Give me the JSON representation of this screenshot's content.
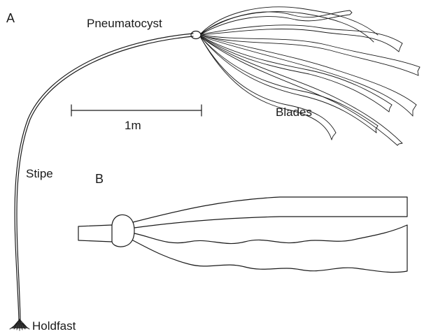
{
  "panels": {
    "a": "A",
    "b": "B"
  },
  "labels": {
    "pneumatocyst": "Pneumatocyst",
    "blades": "Blades",
    "stipe": "Stipe",
    "holdfast": "Holdfast"
  },
  "scale_bar": {
    "label": "1m"
  },
  "colors": {
    "ink": "#1a1a1a",
    "background": "#ffffff"
  }
}
